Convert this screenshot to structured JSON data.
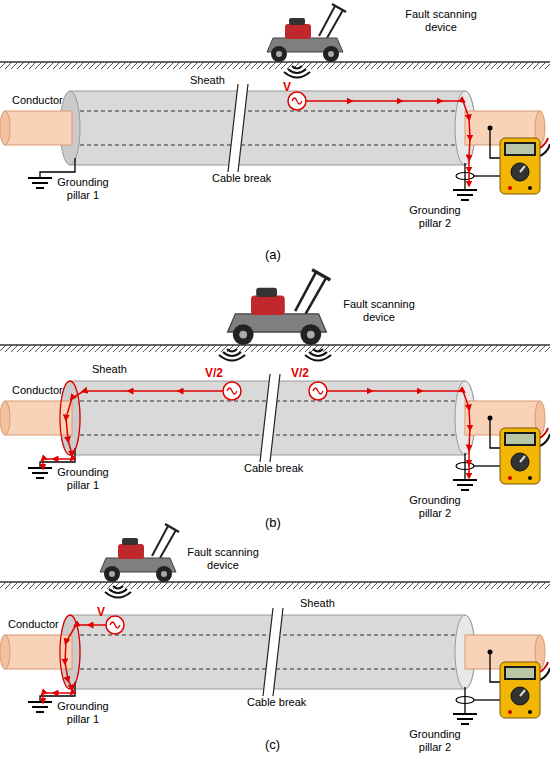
{
  "diagram": {
    "labels": [
      "Fault scanning device",
      "V",
      "Sheath",
      "Conductor",
      "Cable break",
      "Grounding pillar 1",
      "Grounding pillar 2",
      "(a)",
      "Fault scanning device",
      "V/2",
      "V/2",
      "Sheath",
      "Conductor",
      "Cable break",
      "Grounding pillar 1",
      "Grounding pillar 2",
      "(b)",
      "Fault scanning device",
      "V",
      "Sheath",
      "Conductor",
      "Cable break",
      "Grounding pillar 1",
      "Grounding pillar 2",
      "(c)"
    ]
  }
}
